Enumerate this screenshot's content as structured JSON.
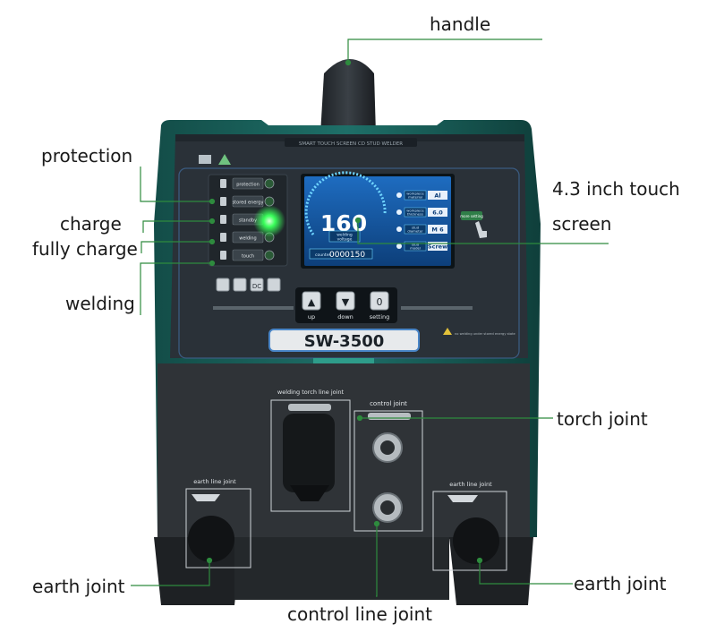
{
  "callouts": {
    "handle": "handle",
    "touch_screen_line1": "4.3 inch touch",
    "touch_screen_line2": "screen",
    "protection": "protection",
    "charge": "charge",
    "fully_charge": "fully charge",
    "welding": "welding",
    "torch_joint": "torch joint",
    "earth_joint_left": "earth joint",
    "earth_joint_right": "earth joint",
    "control_line_joint": "control line joint"
  },
  "machine": {
    "top_strip": "SMART TOUCH SCREEN CD STUD WELDER",
    "model": "SW-3500",
    "status_labels": [
      "protection",
      "stored energy",
      "standby",
      "welding",
      "touch"
    ],
    "mode_buttons": [
      "DC"
    ],
    "control_buttons": [
      "up",
      "down",
      "setting"
    ],
    "warning_text": "no welding under stored energy state",
    "screen": {
      "value": "160",
      "value_label_line1": "welding",
      "value_label_line2": "voltage",
      "counter_label": "counter",
      "counter_value": "0000150",
      "params": [
        {
          "label_line1": "workpiece",
          "label_line2": "material",
          "value": "Al"
        },
        {
          "label_line1": "workpiece",
          "label_line2": "thickness",
          "value": "6.0"
        },
        {
          "label_line1": "stud",
          "label_line2": "diameter",
          "value": "M 6"
        },
        {
          "label_line1": "stud",
          "label_line2": "model",
          "value": "Screw"
        }
      ],
      "side_button": "more setting"
    },
    "panels": {
      "torch": "welding torch line joint",
      "control": "control joint",
      "earth_left": "earth line joint",
      "earth_right": "earth line joint"
    }
  },
  "colors": {
    "accent_green": "#2e8b3e",
    "body_teal": "#1e6f68",
    "panel_dark": "#2a3138",
    "screen_blue": "#1a5fa8",
    "led_green": "#39ff5a"
  }
}
